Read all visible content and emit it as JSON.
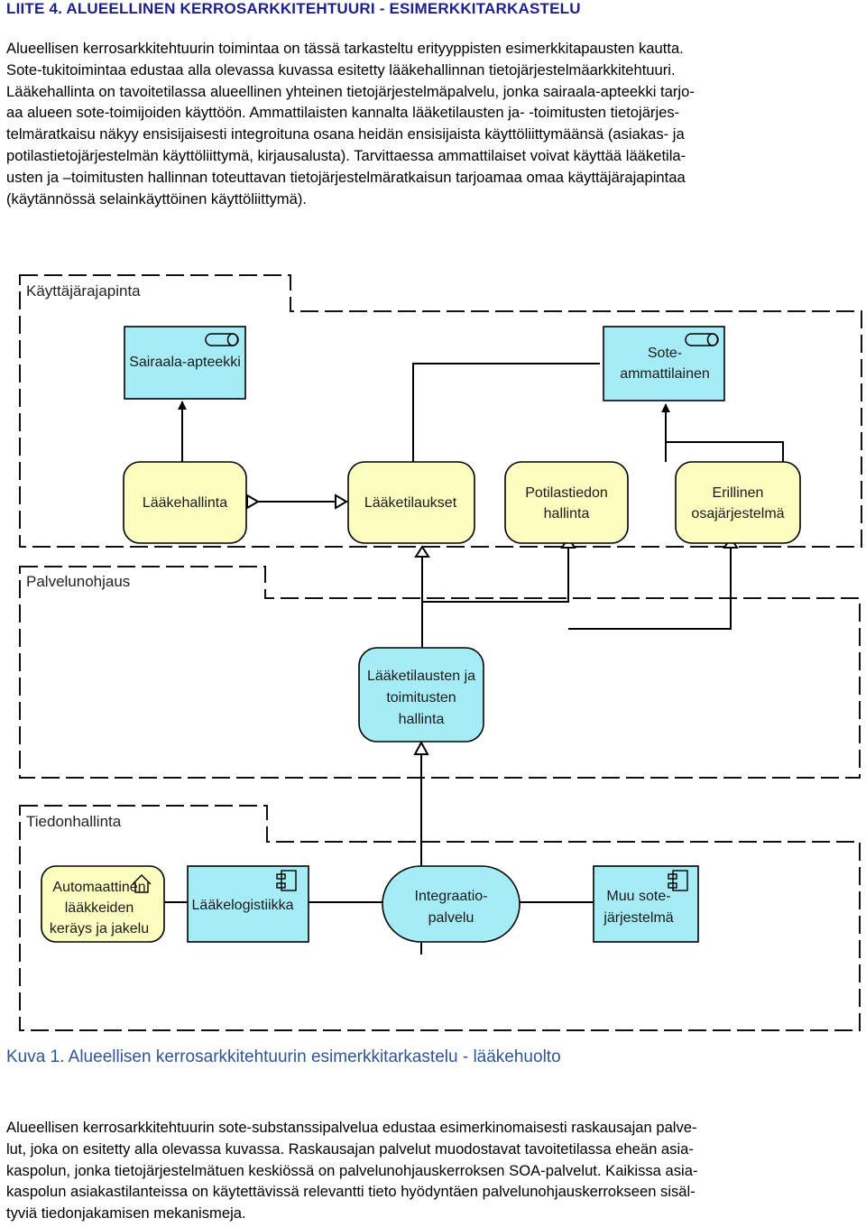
{
  "heading": "LIITE 4. ALUEELLINEN KERROSARKKITEHTUURI - ESIMERKKITARKASTELU",
  "intro_lines": [
    "Alueellisen kerrosarkkitehtuurin toimintaa on tässä tarkasteltu erityyppisten esimerkkitapausten kautta.",
    "Sote-tukitoimintaa edustaa alla olevassa kuvassa esitetty lääkehallinnan tietojärjestelmäarkkitehtuuri.",
    "Lääkehallinta on tavoitetilassa alueellinen yhteinen tietojärjestelmäpalvelu, jonka sairaala-apteekki tarjo-",
    "aa alueen sote-toimijoiden käyttöön. Ammattilaisten kannalta lääketilausten ja- -toimitusten tietojärjes-",
    "telmäratkaisu näkyy ensisijaisesti integroituna osana heidän ensisijaista käyttöliittymäänsä (asiakas- ja",
    "potilastietojärjestelmän käyttöliittymä, kirjausalusta). Tarvittaessa ammattilaiset voivat käyttää lääketila-",
    "usten ja –toimitusten hallinnan toteuttavan tietojärjestelmäratkaisun tarjoamaa omaa käyttäjärajapintaa",
    "(käytännössä selainkäyttöinen käyttöliittymä)."
  ],
  "diagram": {
    "layers": {
      "ui": "Käyttäjärajapinta",
      "service": "Palvelunohjaus",
      "data": "Tiedonhallinta"
    },
    "actors": {
      "sairaala": "Sairaala-apteekki",
      "sote_1": "Sote-",
      "sote_2": "ammattilainen"
    },
    "functions": {
      "laakehallinta": "Lääkehallinta",
      "laaketilaukset": "Lääketilaukset",
      "potilas_1": "Potilastiedon",
      "potilas_2": "hallinta",
      "erillinen_1": "Erillinen",
      "erillinen_2": "osajärjestelmä"
    },
    "service": {
      "line1": "Lääketilausten ja",
      "line2": "toimitusten",
      "line3": "hallinta"
    },
    "data_nodes": {
      "auto_1": "Automaattinen",
      "auto_2": "lääkkeiden",
      "auto_3": "keräys ja jakelu",
      "logistiikka": "Lääkelogistiikka",
      "integ_1": "Integraatio-",
      "integ_2": "palvelu",
      "muu_1": "Muu sote-",
      "muu_2": "järjestelmä"
    },
    "colors": {
      "cyan": "#a6ecf7",
      "yellow": "#fdfdc0",
      "line": "#000000"
    }
  },
  "caption": "Kuva 1. Alueellisen kerrosarkkitehtuurin esimerkkitarkastelu - lääkehuolto",
  "outro_lines": [
    "Alueellisen kerrosarkkitehtuurin sote-substanssipalvelua edustaa esimerkinomaisesti raskausajan palve-",
    "lut, joka on esitetty alla olevassa kuvassa. Raskausajan palvelut muodostavat tavoitetilassa eheän asia-",
    "kaspolun, jonka tietojärjestelmätuen keskiössä on palvelunohjauskerroksen SOA-palvelut. Kaikissa asia-",
    "kaspolun asiakastilanteissa on käytettävissä relevantti tieto hyödyntäen palvelunohjauskerrokseen sisäl-",
    "tyviä tiedonjakamisen mekanismeja."
  ]
}
